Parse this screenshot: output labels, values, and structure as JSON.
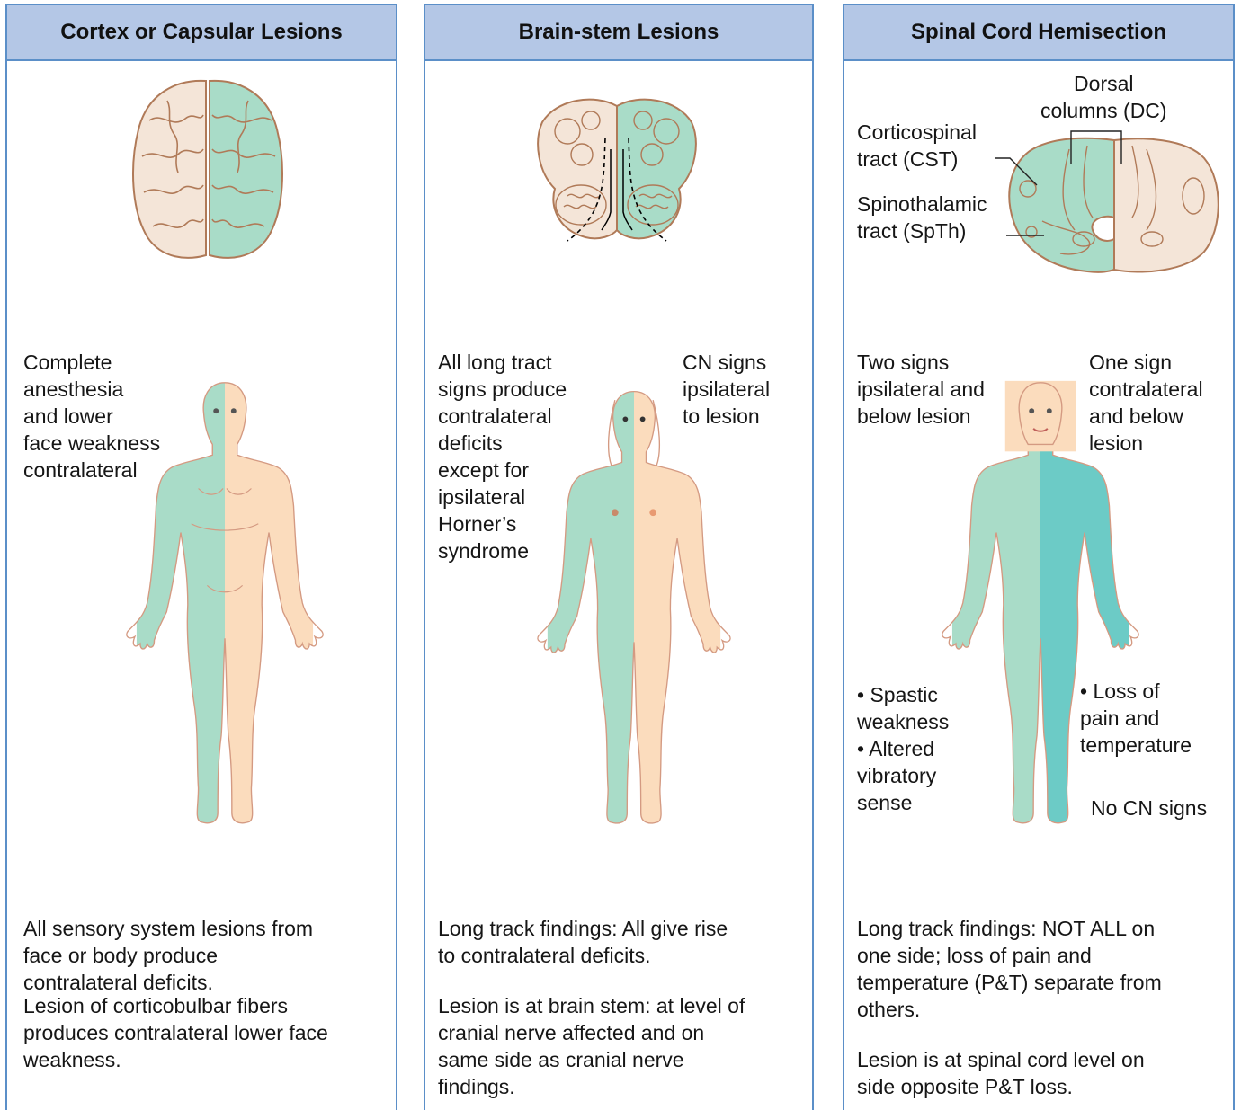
{
  "panels": [
    {
      "title": "Cortex or Capsular Lesions",
      "body_note": "Complete\nanesthesia\nand lower\nface weakness\ncontralateral",
      "footer_p1": "All sensory system lesions from\nface or body produce\ncontralateral deficits.",
      "footer_p2": "Lesion of corticobulbar fibers\nproduces contralateral lower face\nweakness."
    },
    {
      "title": "Brain-stem Lesions",
      "note_left": "All long tract\nsigns produce\ncontralateral\ndeficits\nexcept for\nipsilateral\nHorner’s\nsyndrome",
      "note_right": "CN signs\nipsilateral\nto lesion",
      "footer_p1": "Long track findings: All give rise\nto contralateral deficits.",
      "footer_p2": "Lesion is at brain stem: at level of\ncranial nerve affected and on\nsame side as cranial nerve\nfindings."
    },
    {
      "title": "Spinal Cord Hemisection",
      "label_dc": "Dorsal\ncolumns (DC)",
      "label_cst": "Corticospinal\ntract (CST)",
      "label_spth": "Spinothalamic\ntract (SpTh)",
      "note_left": "Two signs\nipsilateral and\nbelow lesion",
      "note_right": "One sign\ncontralateral\nand below\nlesion",
      "bullet_left_1": "• Spastic\n   weakness",
      "bullet_left_2": "• Altered\n   vibratory\n   sense",
      "bullet_right_1": "• Loss of\n   pain and\n   temperature",
      "no_cn": "No CN signs",
      "footer_p1": "Long track findings: NOT ALL on\none side; loss of pain and\ntemperature (P&T) separate from\nothers.",
      "footer_p2": "Lesion is at spinal cord level on\nside opposite P&T loss."
    }
  ],
  "colors": {
    "header_bg": "#b4c7e6",
    "border": "#5b8fc8",
    "affected_green": "#a9dcc8",
    "unaffected_peach": "#fbdcbd",
    "brain_beige": "#f4e5d8",
    "outline": "#b07a58",
    "affected_teal": "#6ccbc6"
  }
}
